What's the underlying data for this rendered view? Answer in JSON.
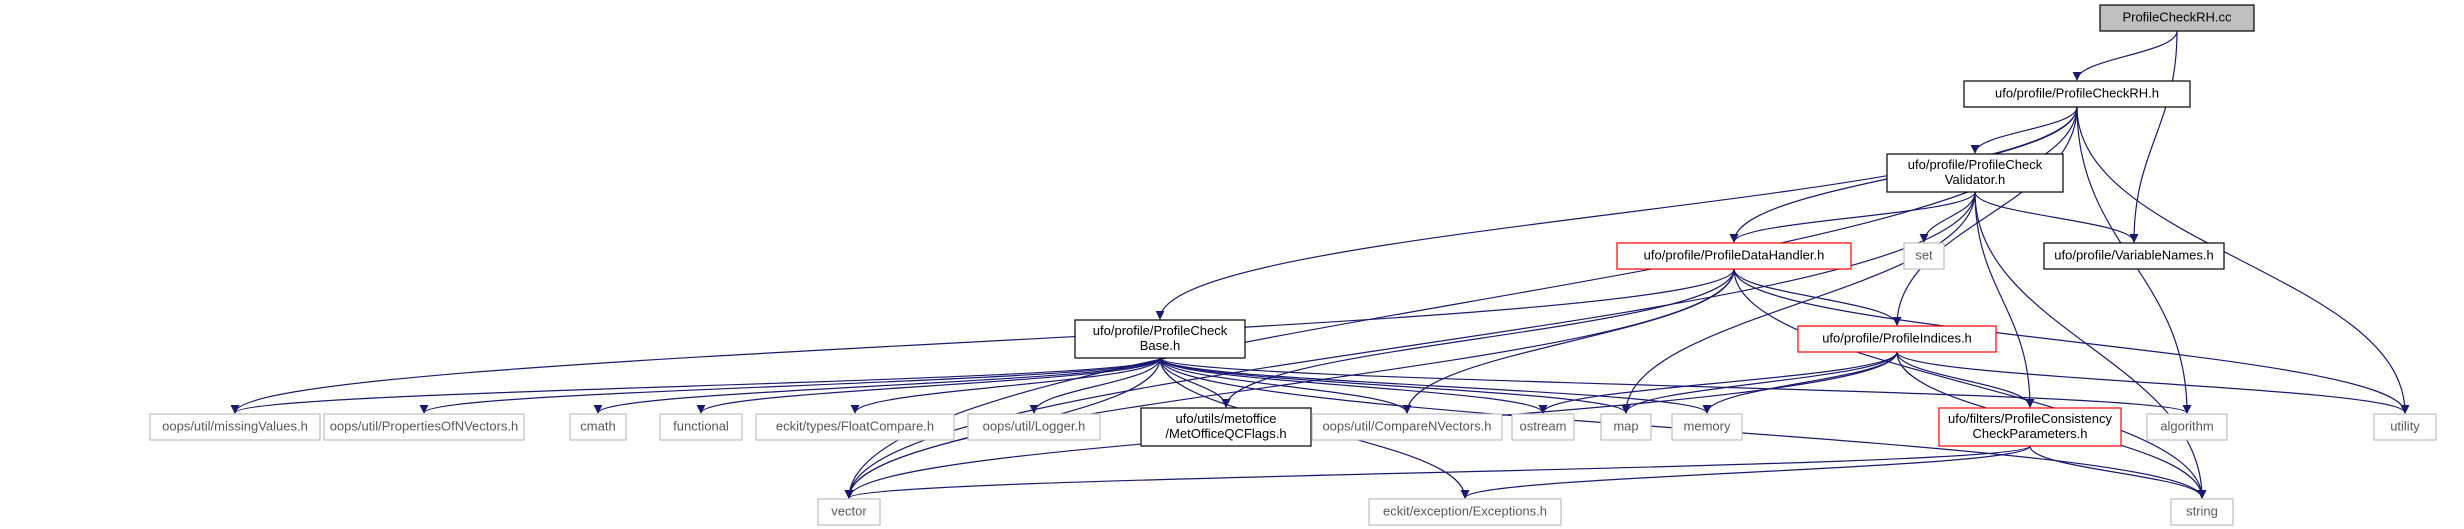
{
  "colors": {
    "edge": "#191970",
    "black_border": "#000000",
    "red_border": "#ff0000",
    "grey_border": "#bfbfbf",
    "root_fill": "#bfbfbf",
    "grey_text": "#595959",
    "text": "#000000"
  },
  "nodes": [
    {
      "id": "n0",
      "lines": [
        "ProfileCheckRH.cc"
      ],
      "style": "root"
    },
    {
      "id": "n1",
      "lines": [
        "ufo/profile/ProfileCheckRH.h"
      ],
      "style": "black"
    },
    {
      "id": "n2",
      "lines": [
        "ufo/profile/ProfileCheck",
        "Validator.h"
      ],
      "style": "black"
    },
    {
      "id": "n3",
      "lines": [
        "ufo/profile/ProfileDataHandler.h"
      ],
      "style": "red"
    },
    {
      "id": "n4",
      "lines": [
        "set"
      ],
      "style": "grey"
    },
    {
      "id": "n5",
      "lines": [
        "ufo/profile/VariableNames.h"
      ],
      "style": "black"
    },
    {
      "id": "n6",
      "lines": [
        "ufo/profile/ProfileCheck",
        "Base.h"
      ],
      "style": "black"
    },
    {
      "id": "n7",
      "lines": [
        "ufo/profile/ProfileIndices.h"
      ],
      "style": "red"
    },
    {
      "id": "n8",
      "lines": [
        "oops/util/missingValues.h"
      ],
      "style": "grey"
    },
    {
      "id": "n9",
      "lines": [
        "oops/util/PropertiesOfNVectors.h"
      ],
      "style": "grey"
    },
    {
      "id": "n10",
      "lines": [
        "cmath"
      ],
      "style": "grey"
    },
    {
      "id": "n11",
      "lines": [
        "functional"
      ],
      "style": "grey"
    },
    {
      "id": "n12",
      "lines": [
        "eckit/types/FloatCompare.h"
      ],
      "style": "grey"
    },
    {
      "id": "n13",
      "lines": [
        "oops/util/Logger.h"
      ],
      "style": "grey"
    },
    {
      "id": "n14",
      "lines": [
        "ufo/utils/metoffice",
        "/MetOfficeQCFlags.h"
      ],
      "style": "black"
    },
    {
      "id": "n15",
      "lines": [
        "oops/util/CompareNVectors.h"
      ],
      "style": "grey"
    },
    {
      "id": "n16",
      "lines": [
        "ostream"
      ],
      "style": "grey"
    },
    {
      "id": "n17",
      "lines": [
        "map"
      ],
      "style": "grey"
    },
    {
      "id": "n18",
      "lines": [
        "memory"
      ],
      "style": "grey"
    },
    {
      "id": "n19",
      "lines": [
        "ufo/filters/ProfileConsistency",
        "CheckParameters.h"
      ],
      "style": "red"
    },
    {
      "id": "n20",
      "lines": [
        "algorithm"
      ],
      "style": "grey"
    },
    {
      "id": "n21",
      "lines": [
        "utility"
      ],
      "style": "grey"
    },
    {
      "id": "n22",
      "lines": [
        "vector"
      ],
      "style": "grey"
    },
    {
      "id": "n23",
      "lines": [
        "eckit/exception/Exceptions.h"
      ],
      "style": "grey"
    },
    {
      "id": "n24",
      "lines": [
        "string"
      ],
      "style": "grey"
    }
  ],
  "edges": [
    [
      "n0",
      "n1"
    ],
    [
      "n0",
      "n5"
    ],
    [
      "n1",
      "n2"
    ],
    [
      "n1",
      "n3"
    ],
    [
      "n1",
      "n6"
    ],
    [
      "n1",
      "n7"
    ],
    [
      "n1",
      "n20"
    ],
    [
      "n1",
      "n21"
    ],
    [
      "n1",
      "n22"
    ],
    [
      "n2",
      "n3"
    ],
    [
      "n2",
      "n4"
    ],
    [
      "n2",
      "n5"
    ],
    [
      "n2",
      "n17"
    ],
    [
      "n2",
      "n19"
    ],
    [
      "n2",
      "n22"
    ],
    [
      "n2",
      "n24"
    ],
    [
      "n3",
      "n7"
    ],
    [
      "n3",
      "n8"
    ],
    [
      "n3",
      "n14"
    ],
    [
      "n3",
      "n15"
    ],
    [
      "n3",
      "n21"
    ],
    [
      "n3",
      "n22"
    ],
    [
      "n3",
      "n24"
    ],
    [
      "n6",
      "n8"
    ],
    [
      "n6",
      "n9"
    ],
    [
      "n6",
      "n10"
    ],
    [
      "n6",
      "n11"
    ],
    [
      "n6",
      "n12"
    ],
    [
      "n6",
      "n13"
    ],
    [
      "n6",
      "n14"
    ],
    [
      "n6",
      "n15"
    ],
    [
      "n6",
      "n16"
    ],
    [
      "n6",
      "n17"
    ],
    [
      "n6",
      "n18"
    ],
    [
      "n6",
      "n20"
    ],
    [
      "n6",
      "n22"
    ],
    [
      "n6",
      "n23"
    ],
    [
      "n6",
      "n24"
    ],
    [
      "n7",
      "n16"
    ],
    [
      "n7",
      "n17"
    ],
    [
      "n7",
      "n18"
    ],
    [
      "n7",
      "n19"
    ],
    [
      "n7",
      "n21"
    ],
    [
      "n7",
      "n22"
    ],
    [
      "n7",
      "n24"
    ],
    [
      "n19",
      "n22"
    ],
    [
      "n19",
      "n23"
    ],
    [
      "n19",
      "n24"
    ]
  ]
}
